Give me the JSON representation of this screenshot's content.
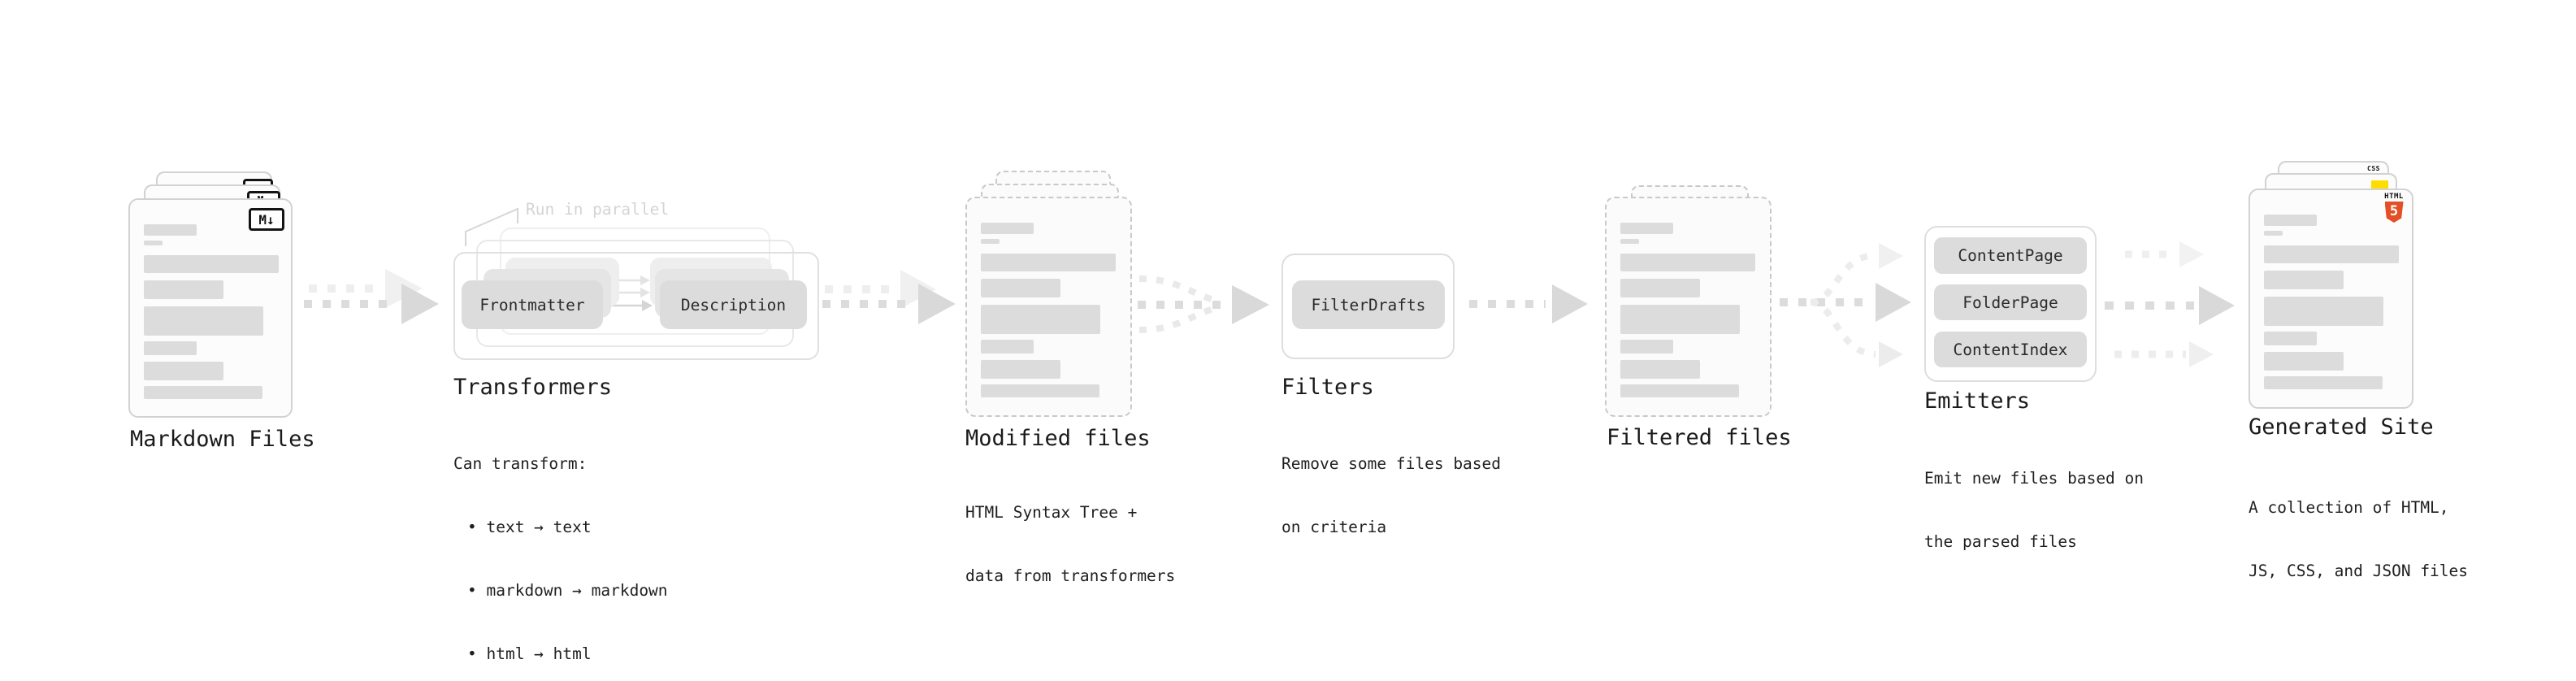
{
  "colors": {
    "html5": "#e34f26",
    "js": "#ffdd00",
    "css": "#2f6bf2",
    "muted": "#d4d4d4"
  },
  "stages": {
    "markdown": {
      "title": "Markdown Files",
      "badge": "M↓"
    },
    "transformers": {
      "title": "Transformers",
      "note": "Run in parallel",
      "pill_left": "Frontmatter",
      "pill_right": "Description",
      "desc": [
        "Can transform:",
        "• text → text",
        "• markdown → markdown",
        "• html → html"
      ]
    },
    "modified": {
      "title": "Modified files",
      "desc": [
        "HTML Syntax Tree +",
        "data from transformers"
      ]
    },
    "filters": {
      "title": "Filters",
      "pill": "FilterDrafts",
      "desc": [
        "Remove some files based",
        "on criteria"
      ]
    },
    "filtered": {
      "title": "Filtered files"
    },
    "emitters": {
      "title": "Emitters",
      "pills": [
        "ContentPage",
        "FolderPage",
        "ContentIndex"
      ],
      "desc": [
        "Emit new files based on",
        "the parsed files"
      ]
    },
    "generated": {
      "title": "Generated Site",
      "desc": [
        "A collection of HTML,",
        "JS, CSS, and JSON files"
      ],
      "css_badge": "CSS",
      "html_badge_label": "HTML",
      "html_badge_number": "5"
    }
  }
}
